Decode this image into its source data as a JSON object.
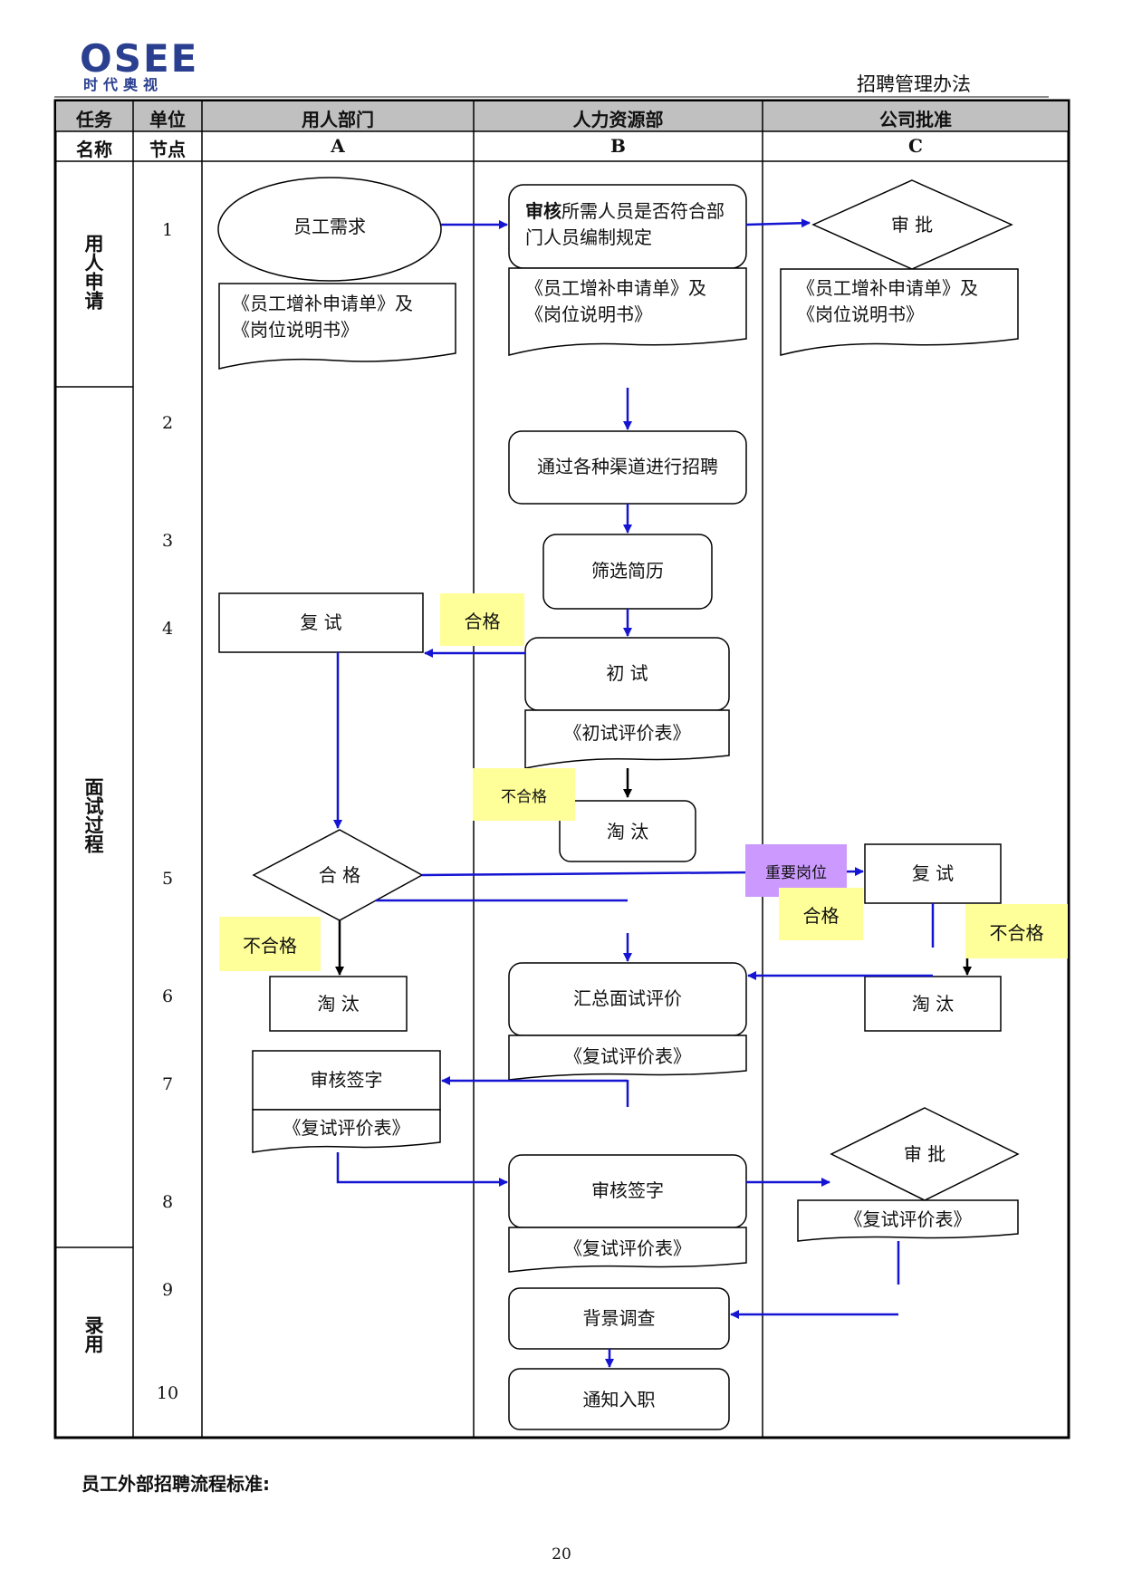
{
  "header": {
    "logo_text": "OSEE",
    "logo_subtitle": "时代奥视",
    "doc_title": "招聘管理办法"
  },
  "table_header": {
    "row1": {
      "task": "任务",
      "unit": "单位",
      "col_a": "用人部门",
      "col_b": "人力资源部",
      "col_c": "公司批准"
    },
    "row2": {
      "name": "名称",
      "node": "节点",
      "col_a": "A",
      "col_b": "B",
      "col_c": "C"
    }
  },
  "phases": [
    "用人申请",
    "面试过程",
    "录用"
  ],
  "node_numbers": [
    "1",
    "2",
    "3",
    "4",
    "5",
    "6",
    "7",
    "8",
    "9",
    "10"
  ],
  "shapes": {
    "a1_ellipse": "员工需求",
    "a1_doc": "《员工增补申请单》及《岗位说明书》",
    "b1_process_bold": "审核",
    "b1_process_rest": "所需人员是否符合部门人员编制规定",
    "b1_doc": "《员工增补申请单》及《岗位说明书》",
    "c1_decision": "审  批",
    "c1_doc": "《员工增补申请单》及《岗位说明书》",
    "b2_process": "通过各种渠道进行招聘",
    "b3_process": "筛选简历",
    "a4_process": "复    试",
    "b4_process": "初    试",
    "b4_doc": "《初试评价表》",
    "b_eliminate": "淘    汰",
    "a5_decision": "合  格",
    "c5_process": "复    试",
    "a6_eliminate": "淘    汰",
    "b6_process": "汇总面试评价",
    "b6_doc": "《复试评价表》",
    "c6_eliminate": "淘    汰",
    "a7_process": "审核签字",
    "a7_doc": "《复试评价表》",
    "b8_process": "审核签字",
    "b8_doc": "《复试评价表》",
    "c8_decision": "审  批",
    "c8_doc": "《复试评价表》",
    "b9_process": "背景调查",
    "b10_process": "通知入职"
  },
  "notes": {
    "pass_b4": "合格",
    "fail_b4": "不合格",
    "important_post": "重要岗位",
    "pass_c5": "合格",
    "fail_a5": "不合格",
    "fail_c5": "不合格"
  },
  "colors": {
    "arrow_blue": "#1414d2",
    "note_yellow": "#ffff99",
    "note_purple": "#cc99ff",
    "header_gray": "#c0c0c0",
    "logo_blue": "#2a3f8f"
  },
  "footer": {
    "section_title": "员工外部招聘流程标准:",
    "page_number": "20"
  }
}
